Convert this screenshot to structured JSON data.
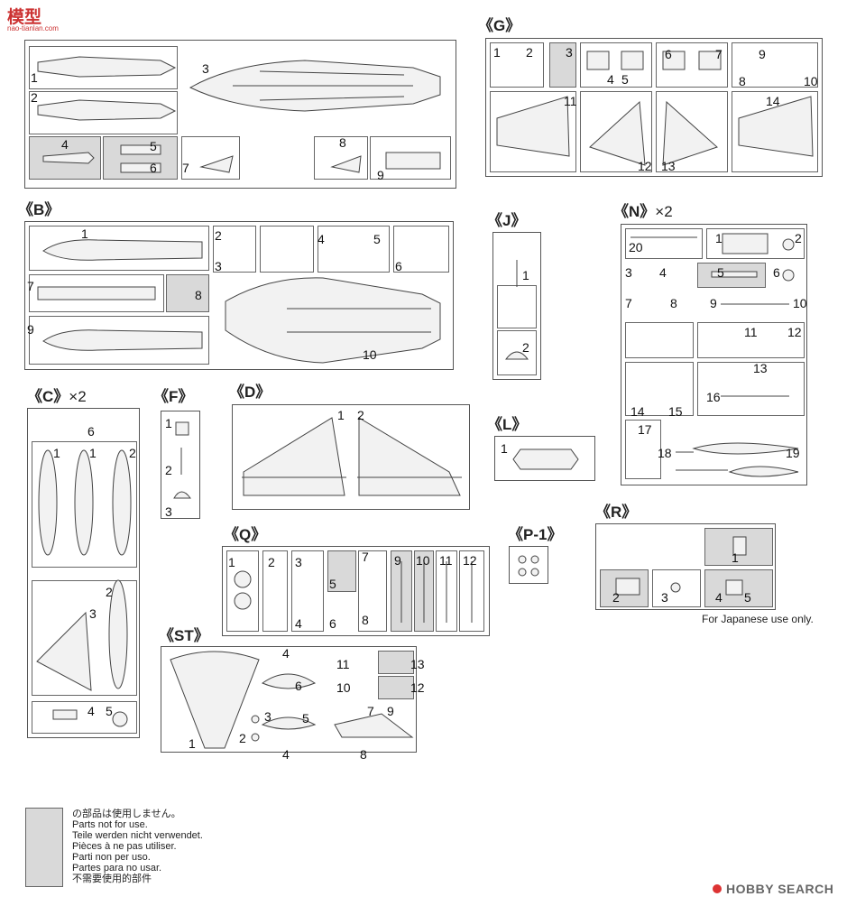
{
  "site_logo": {
    "main": "模型",
    "sub": "nao-tianlan.com"
  },
  "frames": {
    "A": {
      "title": "",
      "parts": [
        "1",
        "2",
        "3",
        "4",
        "5",
        "6",
        "7",
        "8",
        "9"
      ]
    },
    "G": {
      "title": "《G》",
      "parts": [
        "1",
        "2",
        "3",
        "4",
        "5",
        "6",
        "7",
        "8",
        "9",
        "10",
        "11",
        "12",
        "13",
        "14"
      ]
    },
    "B": {
      "title": "《B》",
      "parts": [
        "1",
        "2",
        "3",
        "4",
        "5",
        "6",
        "7",
        "8",
        "9",
        "10"
      ]
    },
    "J": {
      "title": "《J》",
      "parts": [
        "1",
        "2"
      ]
    },
    "N": {
      "title": "《N》",
      "mult": "×2",
      "parts": [
        "1",
        "2",
        "3",
        "4",
        "5",
        "6",
        "7",
        "8",
        "9",
        "10",
        "11",
        "12",
        "13",
        "14",
        "15",
        "16",
        "17",
        "18",
        "19",
        "20"
      ]
    },
    "C": {
      "title": "《C》",
      "mult": "×2",
      "parts": [
        "1",
        "2",
        "3",
        "2",
        "4",
        "5",
        "6"
      ]
    },
    "F": {
      "title": "《F》",
      "parts": [
        "1",
        "2",
        "3"
      ]
    },
    "D": {
      "title": "《D》",
      "parts": [
        "1",
        "2"
      ]
    },
    "L": {
      "title": "《L》",
      "parts": [
        "1"
      ]
    },
    "Q": {
      "title": "《Q》",
      "parts": [
        "1",
        "2",
        "3",
        "4",
        "5",
        "6",
        "7",
        "8",
        "9",
        "10",
        "11",
        "12"
      ]
    },
    "P1": {
      "title": "《P-1》"
    },
    "R": {
      "title": "《R》",
      "parts": [
        "1",
        "2",
        "3",
        "4",
        "5"
      ]
    },
    "ST": {
      "title": "《ST》",
      "parts": [
        "1",
        "2",
        "3",
        "4",
        "5",
        "6",
        "7",
        "8",
        "9",
        "10",
        "11",
        "12",
        "13",
        "4"
      ]
    }
  },
  "japanese_note": "For Japanese use only.",
  "legend": {
    "lines": [
      "の部品は使用しません。",
      "Parts not for use.",
      "Teile werden nicht verwendet.",
      "Pièces à ne pas utiliser.",
      "Parti non per uso.",
      "Partes para no usar.",
      "不需要使用的部件"
    ]
  },
  "watermark": {
    "brand": "HOBBY SEARCH"
  }
}
